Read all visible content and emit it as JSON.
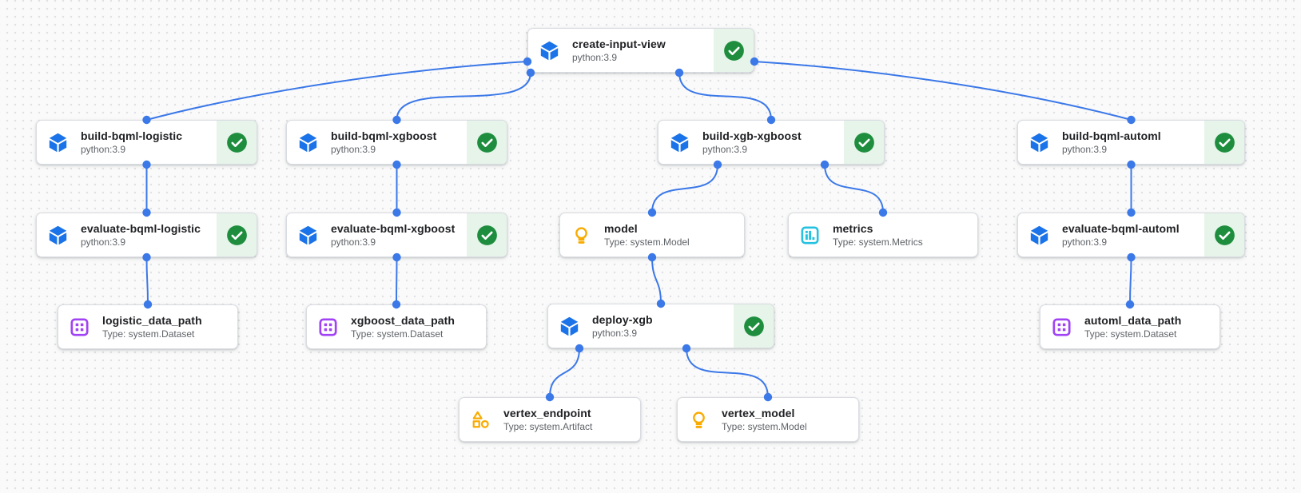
{
  "canvas": {
    "background": "#fafafa",
    "grid_dot_color": "#dfe1e4"
  },
  "colors": {
    "edge": "#3b78e8",
    "task_icon_blue": "#1a73e8",
    "success_green": "#1e8e3e",
    "success_bg": "#e6f4ea",
    "model_yellow": "#f9ab00",
    "artifact_yellow": "#f9ab00",
    "dataset_purple": "#a142f4",
    "metrics_cyan": "#24c1e0",
    "title_text": "#202124",
    "subtitle_text": "#5f6368"
  },
  "nodes": [
    {
      "id": "create-input-view",
      "title": "create-input-view",
      "subtitle": "python:3.9",
      "kind": "task",
      "icon": "pipeline-component-icon",
      "status": "succeeded"
    },
    {
      "id": "build-bqml-logistic",
      "title": "build-bqml-logistic",
      "subtitle": "python:3.9",
      "kind": "task",
      "icon": "pipeline-component-icon",
      "status": "succeeded"
    },
    {
      "id": "build-bqml-xgboost",
      "title": "build-bqml-xgboost",
      "subtitle": "python:3.9",
      "kind": "task",
      "icon": "pipeline-component-icon",
      "status": "succeeded"
    },
    {
      "id": "build-xgb-xgboost",
      "title": "build-xgb-xgboost",
      "subtitle": "python:3.9",
      "kind": "task",
      "icon": "pipeline-component-icon",
      "status": "succeeded"
    },
    {
      "id": "build-bqml-automl",
      "title": "build-bqml-automl",
      "subtitle": "python:3.9",
      "kind": "task",
      "icon": "pipeline-component-icon",
      "status": "succeeded"
    },
    {
      "id": "evaluate-bqml-logistic",
      "title": "evaluate-bqml-logistic",
      "subtitle": "python:3.9",
      "kind": "task",
      "icon": "pipeline-component-icon",
      "status": "succeeded"
    },
    {
      "id": "evaluate-bqml-xgboost",
      "title": "evaluate-bqml-xgboost",
      "subtitle": "python:3.9",
      "kind": "task",
      "icon": "pipeline-component-icon",
      "status": "succeeded"
    },
    {
      "id": "evaluate-bqml-automl",
      "title": "evaluate-bqml-automl",
      "subtitle": "python:3.9",
      "kind": "task",
      "icon": "pipeline-component-icon",
      "status": "succeeded"
    },
    {
      "id": "model",
      "title": "model",
      "subtitle": "Type: system.Model",
      "kind": "artifact",
      "icon": "model-lightbulb-icon"
    },
    {
      "id": "metrics",
      "title": "metrics",
      "subtitle": "Type: system.Metrics",
      "kind": "artifact",
      "icon": "metrics-chart-icon"
    },
    {
      "id": "deploy-xgb",
      "title": "deploy-xgb",
      "subtitle": "python:3.9",
      "kind": "task",
      "icon": "pipeline-component-icon",
      "status": "succeeded"
    },
    {
      "id": "logistic_data_path",
      "title": "logistic_data_path",
      "subtitle": "Type: system.Dataset",
      "kind": "artifact",
      "icon": "dataset-icon"
    },
    {
      "id": "xgboost_data_path",
      "title": "xgboost_data_path",
      "subtitle": "Type: system.Dataset",
      "kind": "artifact",
      "icon": "dataset-icon"
    },
    {
      "id": "automl_data_path",
      "title": "automl_data_path",
      "subtitle": "Type: system.Dataset",
      "kind": "artifact",
      "icon": "dataset-icon"
    },
    {
      "id": "vertex_endpoint",
      "title": "vertex_endpoint",
      "subtitle": "Type: system.Artifact",
      "kind": "artifact",
      "icon": "artifact-shapes-icon"
    },
    {
      "id": "vertex_model",
      "title": "vertex_model",
      "subtitle": "Type: system.Model",
      "kind": "artifact",
      "icon": "model-lightbulb-icon"
    }
  ],
  "edges": [
    {
      "from": "create-input-view",
      "to": "build-bqml-logistic",
      "from_side": "left",
      "from_dx": 0
    },
    {
      "from": "create-input-view",
      "to": "build-bqml-xgboost",
      "from_side": "bottom",
      "from_dx": -138
    },
    {
      "from": "create-input-view",
      "to": "build-xgb-xgboost",
      "from_side": "bottom",
      "from_dx": 48
    },
    {
      "from": "create-input-view",
      "to": "build-bqml-automl",
      "from_side": "right",
      "from_dx": 0
    },
    {
      "from": "build-bqml-logistic",
      "to": "evaluate-bqml-logistic",
      "from_side": "bottom",
      "from_dx": 0
    },
    {
      "from": "evaluate-bqml-logistic",
      "to": "logistic_data_path",
      "from_side": "bottom",
      "from_dx": 0
    },
    {
      "from": "build-bqml-xgboost",
      "to": "evaluate-bqml-xgboost",
      "from_side": "bottom",
      "from_dx": 0
    },
    {
      "from": "evaluate-bqml-xgboost",
      "to": "xgboost_data_path",
      "from_side": "bottom",
      "from_dx": 0
    },
    {
      "from": "build-xgb-xgboost",
      "to": "model",
      "from_side": "bottom",
      "from_dx": -67
    },
    {
      "from": "build-xgb-xgboost",
      "to": "metrics",
      "from_side": "bottom",
      "from_dx": 67
    },
    {
      "from": "model",
      "to": "deploy-xgb",
      "from_side": "bottom",
      "from_dx": 0
    },
    {
      "from": "deploy-xgb",
      "to": "vertex_endpoint",
      "from_side": "bottom",
      "from_dx": -102
    },
    {
      "from": "deploy-xgb",
      "to": "vertex_model",
      "from_side": "bottom",
      "from_dx": 32
    },
    {
      "from": "build-bqml-automl",
      "to": "evaluate-bqml-automl",
      "from_side": "bottom",
      "from_dx": 0
    },
    {
      "from": "evaluate-bqml-automl",
      "to": "automl_data_path",
      "from_side": "bottom",
      "from_dx": 0
    }
  ]
}
